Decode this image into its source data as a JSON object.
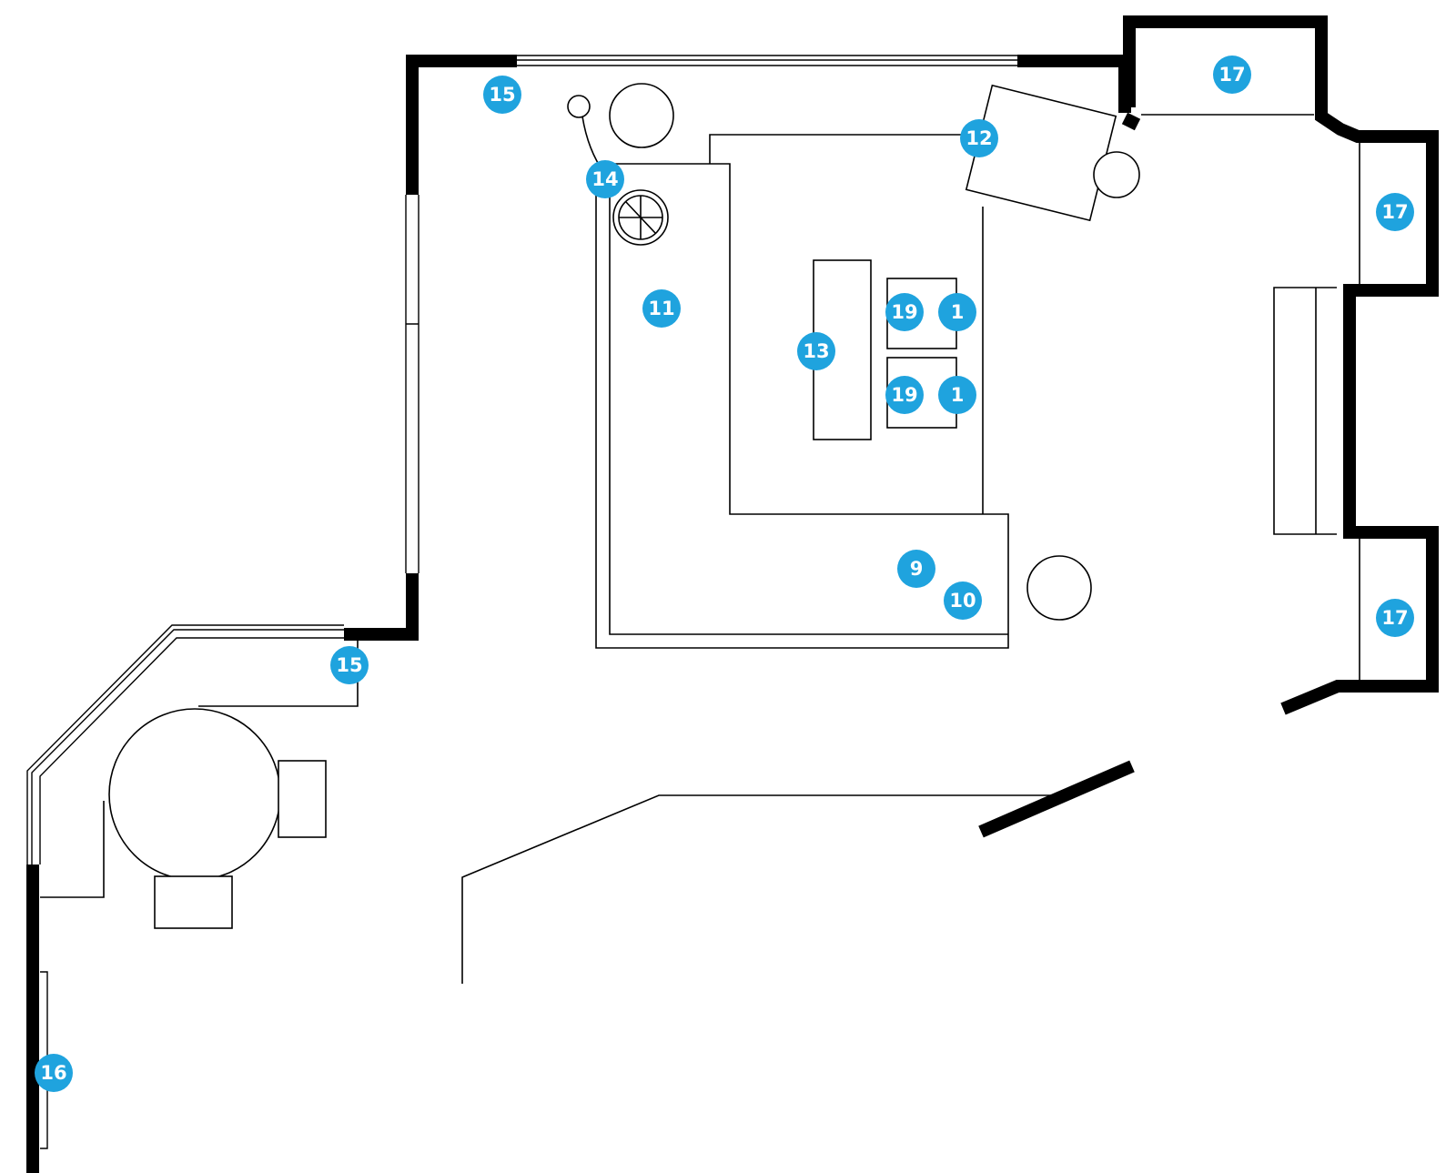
{
  "diagram": {
    "type": "floor-plan",
    "marker_color": "#1fa3de",
    "wall_color": "#000000",
    "markers": [
      {
        "label": "15"
      },
      {
        "label": "14"
      },
      {
        "label": "12"
      },
      {
        "label": "17"
      },
      {
        "label": "17"
      },
      {
        "label": "11"
      },
      {
        "label": "13"
      },
      {
        "label": "19"
      },
      {
        "label": "1"
      },
      {
        "label": "19"
      },
      {
        "label": "1"
      },
      {
        "label": "9"
      },
      {
        "label": "10"
      },
      {
        "label": "17"
      },
      {
        "label": "15"
      },
      {
        "label": "16"
      }
    ]
  }
}
